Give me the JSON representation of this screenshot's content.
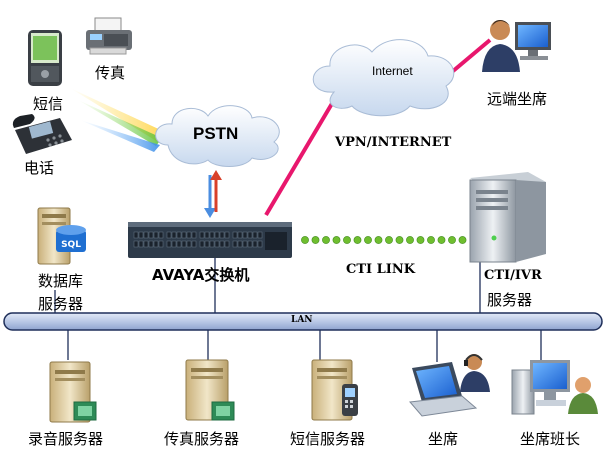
{
  "devices": {
    "sms_device": "短信",
    "fax_device": "传真",
    "phone_device": "电话",
    "pstn": "PSTN",
    "internet": "Internet",
    "vpn_internet": "VPN/INTERNET",
    "remote_agent": "远端坐席",
    "database_server": [
      "数据库",
      "服务器"
    ],
    "database_badge": "SQL",
    "avaya_switch": "AVAYA交换机",
    "cti_link": "CTI LINK",
    "cti_ivr_server": [
      "CTI/IVR",
      "服务器"
    ],
    "lan": "LAN",
    "recording_server": "录音服务器",
    "fax_server": "传真服务器",
    "sms_server": "短信服务器",
    "agent": "坐席",
    "agent_supervisor": "坐席班长"
  },
  "colors": {
    "lan_bus": "#b9c8e6",
    "lan_outline": "#1f2f5a",
    "vpn_link": "#e8176d",
    "cti_link_dots": "#6fbe2f",
    "cloud_fill": "#dfe9f5",
    "switch_body": "#2d3a49"
  },
  "icons": [
    "pda-icon",
    "fax-machine-icon",
    "desk-phone-icon",
    "cloud-icon",
    "remote-agent-icon",
    "database-server-icon",
    "switch-icon",
    "tower-server-icon",
    "laptop-icon",
    "workstation-icon",
    "headset-person-icon"
  ]
}
